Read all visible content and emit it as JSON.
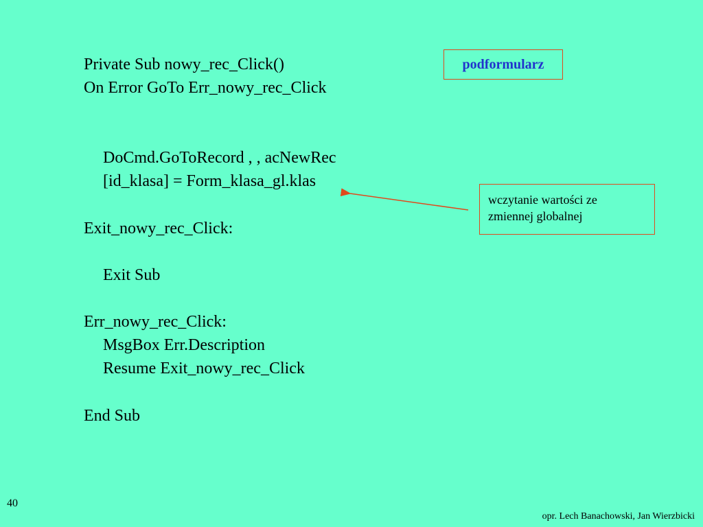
{
  "code": {
    "line1": "Private Sub nowy_rec_Click()",
    "line2": "On Error GoTo Err_nowy_rec_Click",
    "line3": "DoCmd.GoToRecord , , acNewRec",
    "line4": "[id_klasa] = Form_klasa_gl.klas",
    "line5": "Exit_nowy_rec_Click:",
    "line6": "Exit Sub",
    "line7": "Err_nowy_rec_Click:",
    "line8": "MsgBox Err.Description",
    "line9": "Resume Exit_nowy_rec_Click",
    "line10": "End Sub"
  },
  "title_box": "podformularz",
  "note": {
    "line1": "wczytanie wartości ze",
    "line2": "zmiennej globalnej"
  },
  "footer": {
    "page_number": "40",
    "author": "opr. Lech Banachowski, Jan Wierzbicki"
  },
  "colors": {
    "background": "#66ffcc",
    "box_border": "#e0491c",
    "title_text": "#2233cc"
  }
}
